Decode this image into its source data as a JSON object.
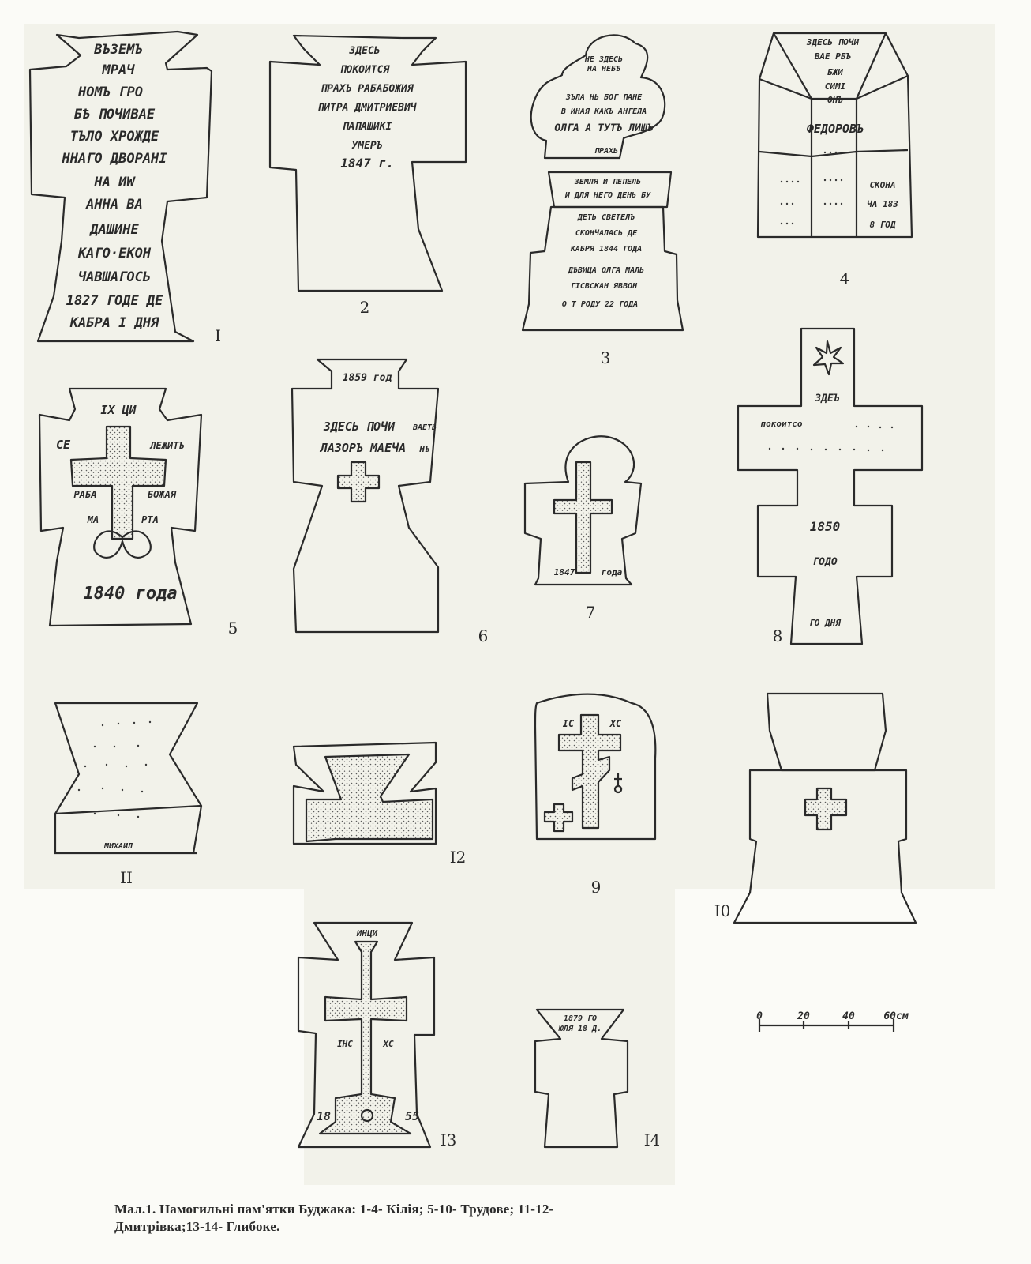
{
  "monuments": [
    {
      "id": "1",
      "label": "I",
      "lines": [
        "ВЪЗЕМЪ",
        "МРАЧ",
        "НОМЪ ГРО",
        "БѢ ПОЧИВАЕ",
        "ТЪЛО ХРОЖДЕ",
        "ННАГО ДВОРАНІ",
        "НА ИW",
        "АННА ВА",
        "ДАШИНЕ",
        "КАГО·ЕКОН",
        "ЧАВШАГОСЬ",
        "1827 ГОДЕ ДЕ",
        "КАБРА І ДНЯ"
      ]
    },
    {
      "id": "2",
      "label": "2",
      "lines": [
        "ЗДЕСЬ",
        "ПОКОИТСЯ",
        "ПРАХЪ РАБАБОЖИЯ",
        "ПИТРА ДМИТРИЕВИЧ",
        "ПАПАШИКІ",
        "УМЕРЪ",
        "1847 г."
      ]
    },
    {
      "id": "3",
      "label": "3",
      "lines": [
        "НЕ ЗДЕСЬ",
        "НА НЕБѢ",
        "ЗЪЛА НЬ БОГ ПАНЕ",
        "В ИНАЯ КАКЪ АНГЕЛА",
        "ОЛГА А ТУТЪ ЛИШЪ",
        "ПРАХЬ",
        "ЗЕМЛЯ И ПЕПЕЛЬ",
        "И ДЛЯ НЕГО ДЕНЬ БУ",
        "ДЕТЬ СВЕТЕЛЪ",
        "СКОНЧАЛАСЬ ДЕ",
        "КАБРЯ 1844 ГОДА",
        "ДѢВИЦА ОЛГА МАЛЬ",
        "ГІСВСКАН ЯВВОН",
        "О Т РОДУ 22 ГОДА"
      ]
    },
    {
      "id": "4",
      "label": "4",
      "lines": [
        "ЗДЕСЬ ПОЧИ",
        "ВАЕ РБЪ",
        "БЖИ",
        "СИМІ",
        "ОНЪ",
        "ФЕДОРОВЪ",
        "СКОНА",
        "ЧА 183",
        "8 ГОД"
      ]
    },
    {
      "id": "5",
      "label": "5",
      "lines": [
        "ІХ ЦИ",
        "СЕ",
        "ЛЕЖИТЪ",
        "РАБА",
        "БОЖАЯ",
        "МА",
        "РТА",
        "1840 года"
      ]
    },
    {
      "id": "6",
      "label": "6",
      "lines": [
        "1859 год",
        "ЗДЕСЬ ПОЧИ",
        "ВАЕТЬ",
        "ЛАЗОРЪ МАЕЧА",
        "НЪ"
      ]
    },
    {
      "id": "7",
      "label": "7",
      "lines": [
        "1847",
        "года"
      ]
    },
    {
      "id": "8",
      "label": "8",
      "lines": [
        "ЗДЕЪ",
        "покоитсо",
        "1850",
        "ГОДО",
        "ГО ДНЯ"
      ]
    },
    {
      "id": "9",
      "label": "9",
      "lines": [
        "IC",
        "XC"
      ]
    },
    {
      "id": "10",
      "label": "I0",
      "lines": []
    },
    {
      "id": "11",
      "label": "II",
      "lines": [
        "МИХАИЛ"
      ]
    },
    {
      "id": "12",
      "label": "I2",
      "lines": []
    },
    {
      "id": "13",
      "label": "I3",
      "lines": [
        "ИНЦИ",
        "ІНС",
        "ХС",
        "18",
        "55"
      ]
    },
    {
      "id": "14",
      "label": "I4",
      "lines": [
        "1879 ГО",
        "ЮЛЯ 18 Д."
      ]
    }
  ],
  "scale": {
    "ticks": [
      "0",
      "20",
      "40",
      "60см"
    ]
  },
  "caption": {
    "line1": "Мал.1. Намогильні пам'ятки Буджака: 1-4- Кілія; 5-10- Трудове; 11-12-",
    "line2": "Дмитрівка;13-14- Глибоке."
  },
  "colors": {
    "ink": "#2a2a2a",
    "stipple": "#5a5a5a",
    "paper": "#f2f2ea"
  }
}
